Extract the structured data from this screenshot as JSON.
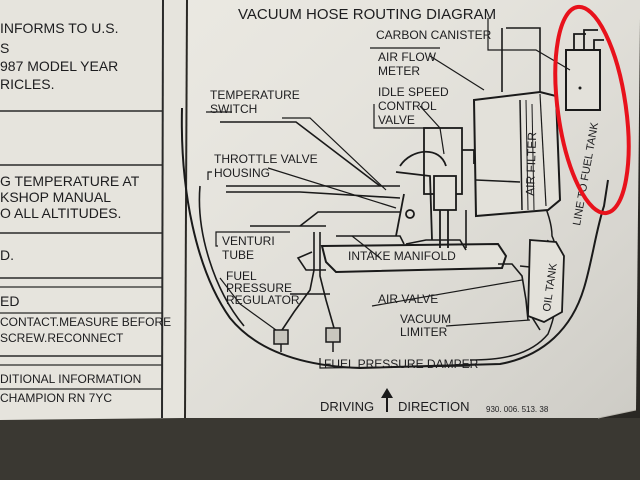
{
  "left_sticker": {
    "lines": [
      "INFORMS TO U.S.",
      "S",
      "987 MODEL YEAR",
      "RICLES.",
      "G TEMPERATURE AT",
      "KSHOP MANUAL",
      "O ALL ALTITUDES.",
      "D.",
      "ED",
      "CONTACT.MEASURE BEFORE",
      "SCREW.RECONNECT",
      "DITIONAL INFORMATION",
      "CHAMPION RN 7YC"
    ]
  },
  "diagram": {
    "title": "VACUUM HOSE ROUTING DIAGRAM",
    "labels": {
      "carbon_canister": "CARBON CANISTER",
      "air_flow_1": "AIR FLOW",
      "air_flow_2": "METER",
      "idle_1": "IDLE SPEED",
      "idle_2": "CONTROL",
      "idle_3": "VALVE",
      "temp_1": "TEMPERATURE",
      "temp_2": "SWITCH",
      "throttle_1": "THROTTLE VALVE",
      "throttle_2": "HOUSING",
      "venturi_1": "VENTURI",
      "venturi_2": "TUBE",
      "intake_manifold": "INTAKE MANIFOLD",
      "fuel_1": "FUEL",
      "fuel_2": "PRESSURE",
      "fuel_3": "REGULATOR",
      "air_valve": "AIR VALVE",
      "vac_1": "VACUUM",
      "vac_2": "LIMITER",
      "fuel_damper": "FUEL PRESSURE DAMPER",
      "air_filter": "AIR FILTER",
      "line_fuel_tank": "LINE TO FUEL TANK",
      "oil_tank": "OIL TANK",
      "driving": "DRIVING",
      "direction": "DIRECTION",
      "part_number": "930. 006. 513. 38"
    }
  },
  "colors": {
    "background": "#2a2824",
    "sticker": "#e8e6df",
    "ink": "#1d1d1f",
    "highlight": "#e8121c"
  }
}
